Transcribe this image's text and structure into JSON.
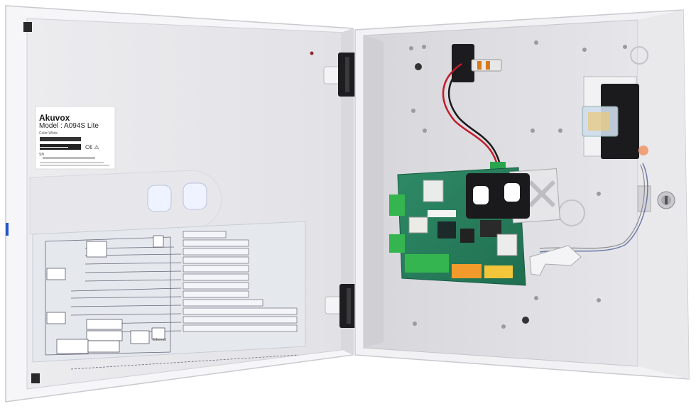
{
  "label": {
    "brand": "Akuvox",
    "model": "Model : A094S Lite",
    "color": "Color:White",
    "sn": "SN"
  },
  "wiring_diagram": {
    "port_label": "Ethernet"
  }
}
